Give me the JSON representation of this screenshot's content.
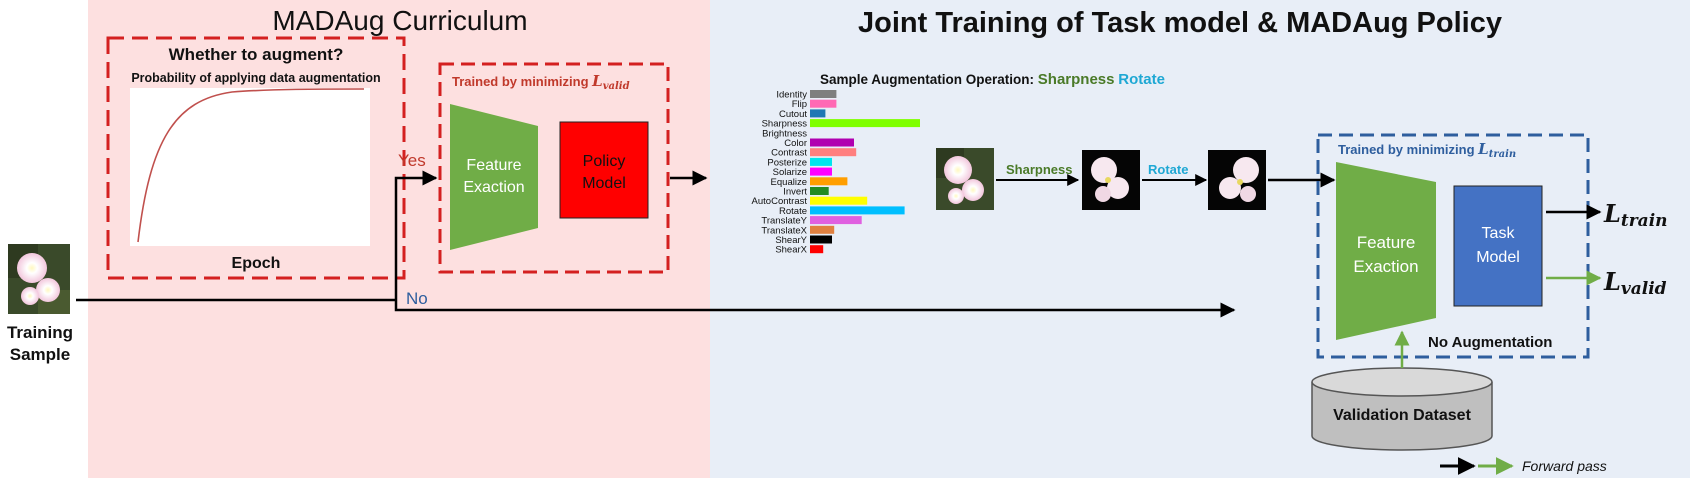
{
  "panels": {
    "left_title": "MADAug Curriculum",
    "right_title": "Joint Training of Task model & MADAug Policy"
  },
  "curriculum": {
    "question": "Whether to augment?",
    "subtitle": "Probability of applying data augmentation",
    "x_label": "Epoch"
  },
  "training_sample": {
    "line1": "Training",
    "line2": "Sample"
  },
  "branches": {
    "yes": "Yes",
    "no": "No"
  },
  "policy_box": {
    "trained_by": "Trained by minimizing",
    "loss_symbol": "L",
    "loss_sub": "valid",
    "feature_line1": "Feature",
    "feature_line2": "Exaction",
    "policy_line1": "Policy",
    "policy_line2": "Model"
  },
  "augmentation": {
    "caption": "Sample Augmentation Operation:",
    "op1": "Sharpness",
    "op2": "Rotate"
  },
  "chart_data": {
    "type": "bar",
    "orientation": "horizontal",
    "categories": [
      "Identity",
      "Flip",
      "Cutout",
      "Sharpness",
      "Brightness",
      "Color",
      "Contrast",
      "Posterize",
      "Solarize",
      "Equalize",
      "Invert",
      "AutoContrast",
      "Rotate",
      "TranslateY",
      "TranslateX",
      "ShearY",
      "ShearX"
    ],
    "values": [
      0.24,
      0.24,
      0.14,
      1.0,
      0.0,
      0.4,
      0.42,
      0.2,
      0.2,
      0.34,
      0.17,
      0.52,
      0.86,
      0.47,
      0.22,
      0.2,
      0.12
    ],
    "colors": [
      "#7f7f7f",
      "#ff69b4",
      "#1f77b4",
      "#7fff00",
      "#e0e0e0",
      "#b000b0",
      "#ff7f7f",
      "#00e5ee",
      "#ff00ff",
      "#ff9e00",
      "#228b22",
      "#ffff00",
      "#00bfff",
      "#e060e0",
      "#e08040",
      "#000000",
      "#ff0000"
    ],
    "grid": false,
    "legend": "none"
  },
  "task_box": {
    "trained_by": "Trained by minimizing",
    "loss_symbol": "L",
    "loss_sub": "train",
    "feature_line1": "Feature",
    "feature_line2": "Exaction",
    "task_line1": "Task",
    "task_line2": "Model",
    "no_aug": "No Augmentation"
  },
  "outputs": {
    "loss_symbol": "L",
    "train_sub": "train",
    "valid_sub": "valid"
  },
  "validation": {
    "label": "Validation Dataset"
  },
  "legend": {
    "label": "Forward pass"
  },
  "colors": {
    "left_bg": "#fde0e0",
    "right_bg": "#e8eef7",
    "red_dash": "#d42020",
    "blue_dash": "#2e5e9e",
    "feature_green": "#70ad47",
    "policy_red": "#ff0000",
    "task_blue": "#4472c4",
    "sharp_green": "#4a7a28",
    "rotate_blue": "#1fa8d4",
    "arrow_green": "#70ad47"
  }
}
